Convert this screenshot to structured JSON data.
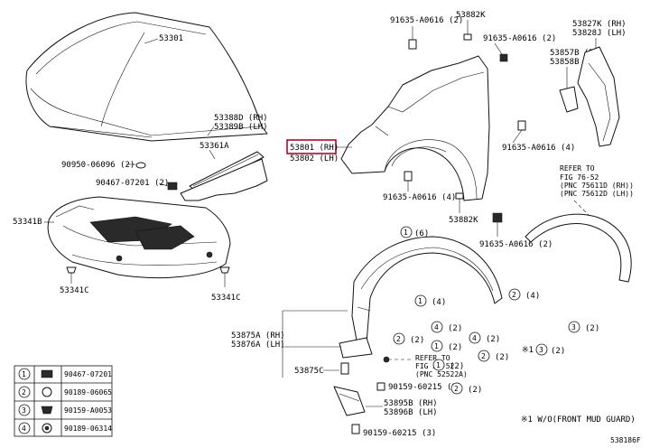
{
  "diagram": {
    "hood": {
      "label": "53301"
    },
    "hood_seal": {
      "label_rh": "53388D (RH)",
      "label_lh": "53389B (LH)",
      "part_label": "53361A"
    },
    "hood_clip": "90950-06096 (2)",
    "clip_7201": "90467-07201 (2)",
    "engine_cover": {
      "label": "53341B",
      "clip_left": "53341C",
      "clip_right": "53341C"
    },
    "fender": {
      "label_rh": "53801 (RH)",
      "label_lh": "53802 (LH)",
      "highlight_color": "#c0002a",
      "bolt_top": "91635-A0616 (2)",
      "bolt_top2": "91635-A0616 (2)",
      "bolt_side": "91635-A0616 (4)",
      "bolt_bottom": "91635-A0616 (4)",
      "bolt_bottom2": "91635-A0616 (2)",
      "clip_top": "53882K",
      "clip_bottom": "53882K"
    },
    "bracket": {
      "label_a": "53827K (RH)",
      "label_b": "53828J (LH)",
      "label_c": "53857B (RH)",
      "label_d": "53858B (LH)"
    },
    "flare_ref": {
      "line1": "REFER TO",
      "line2": "FIG 76-52",
      "line3": "(PNC 75611D (RH))",
      "line4": "(PNC 75612D (LH))"
    },
    "liner": {
      "label_rh": "53875A (RH)",
      "label_lh": "53876A (LH)",
      "piece": "53875C",
      "ref1": "REFER TO",
      "ref2": "FIG 52-52",
      "ref3": "(PNC 52522A)",
      "screw": "90159-60215 (2)",
      "guard_rh": "53895B (RH)",
      "guard_lh": "53896B (LH)",
      "screw_bottom": "90159-60215 (3)"
    },
    "callouts": {
      "c1_6": "1",
      "q6": "(6)",
      "c1_4": "1",
      "q4": "(4)",
      "c2_4": "2",
      "q2_4": "(4)",
      "c4_2": "4",
      "q4_2": "(2)",
      "c3_2": "3",
      "q3_2": "(2)",
      "c2_2a": "2",
      "q2_2a": "(2)",
      "c4_2b": "4",
      "q4_2b": "(2)",
      "c1_2": "1",
      "q1_2": "(2)",
      "c2_2b": "2",
      "q2_2b": "(2)",
      "c1_2b": "1",
      "q1_2b": "(2)",
      "c2_2c": "2",
      "q2_2c": "(2)",
      "c3_star": "※1",
      "c3_star_num": "3",
      "q3_star": "(2)"
    },
    "legend": [
      {
        "num": "1",
        "part": "90467-07201"
      },
      {
        "num": "2",
        "part": "90189-06065"
      },
      {
        "num": "3",
        "part": "90159-A0053"
      },
      {
        "num": "4",
        "part": "90189-06314"
      }
    ],
    "footnote": "※1 W/O(FRONT MUD GUARD)",
    "diagram_code": "538186F"
  }
}
